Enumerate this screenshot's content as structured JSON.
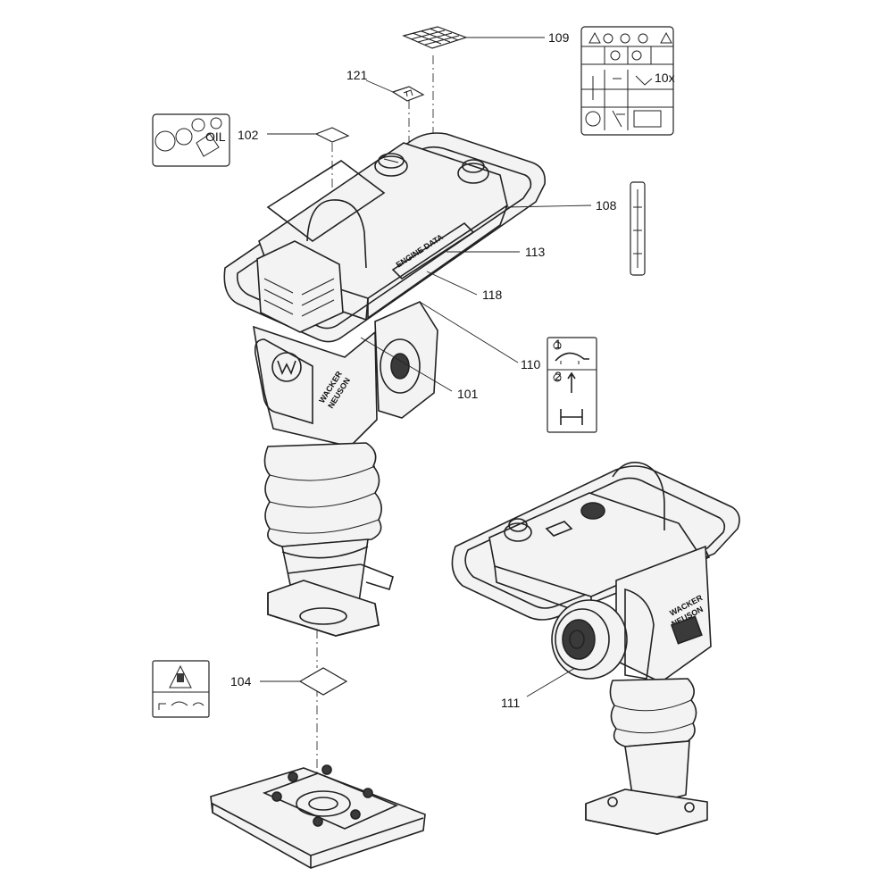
{
  "callouts": {
    "c101": "101",
    "c102": "102",
    "c104": "104",
    "c108": "108",
    "c109": "109",
    "c110": "110",
    "c111": "111",
    "c113": "113",
    "c118": "118",
    "c121": "121"
  },
  "brand": {
    "line1": "WACKER",
    "line2": "NEUSON",
    "decal_text": "ENGINE DATA"
  },
  "decal_102": {
    "small_text": "OIL"
  },
  "decal_110": {
    "step1": "1",
    "step2": "2"
  },
  "decal_109": {
    "multiplier": "10x"
  },
  "colors": {
    "line": "#222222",
    "fill": "#f3f3f3",
    "background": "#ffffff"
  },
  "icons": [
    "warning-triangle-icon",
    "turtle-icon",
    "hare-icon",
    "arrow-up-icon",
    "tank-icon",
    "wacker-logo-icon"
  ]
}
